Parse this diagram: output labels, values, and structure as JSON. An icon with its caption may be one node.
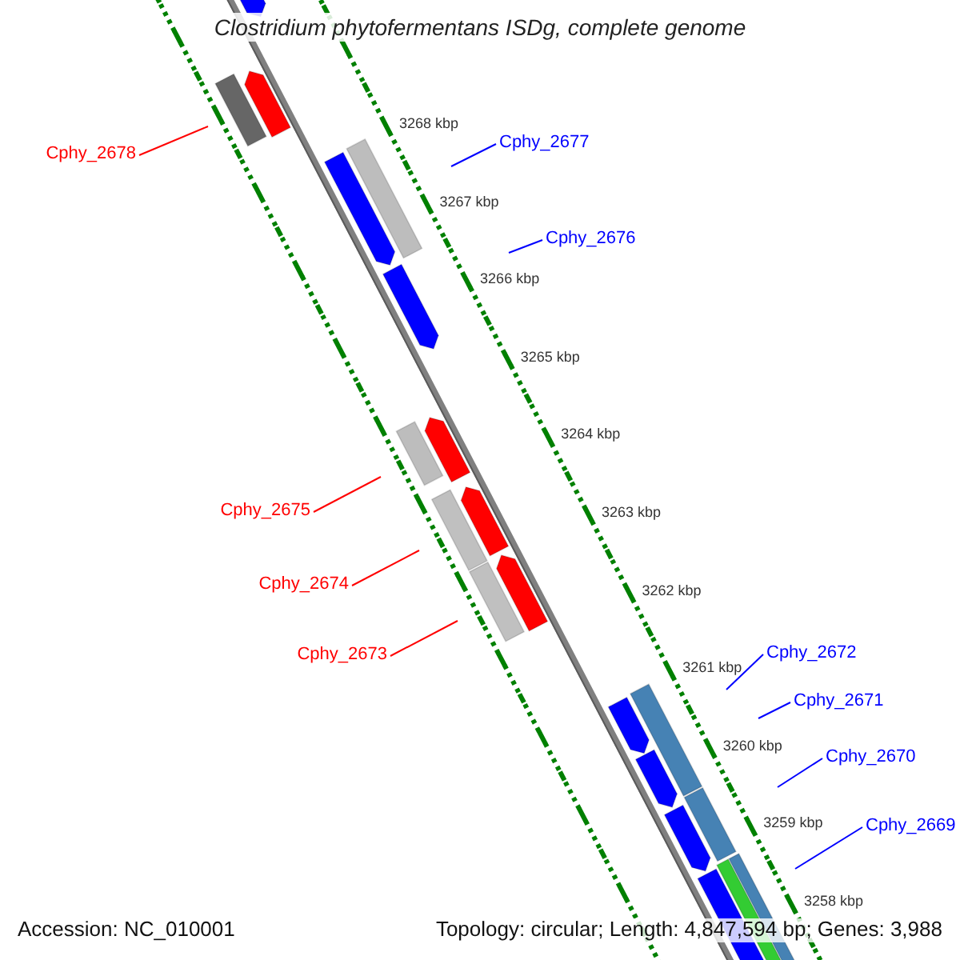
{
  "diagram": {
    "title": "Clostridium phytofermentans ISDg, complete genome",
    "nodes": [
      {
        "text": [
          "Cphy_2678"
        ]
      },
      {
        "text": [
          "Cphy_2677"
        ]
      },
      {
        "text": [
          "Cphy_2676"
        ]
      },
      {
        "text": [
          "Cphy_2675"
        ]
      },
      {
        "text": [
          "Cphy_2674"
        ]
      },
      {
        "text": [
          "Cphy_2673"
        ]
      },
      {
        "text": [
          "Cphy_2672"
        ]
      },
      {
        "text": [
          "Cphy_2671"
        ]
      },
      {
        "text": [
          "Cphy_2670"
        ]
      },
      {
        "text": [
          "Cphy_2669"
        ]
      }
    ],
    "edges": [
      {
        "from": 0,
        "to": null,
        "arrow": "none",
        "color": "#ff0000"
      },
      {
        "from": 1,
        "to": null,
        "arrow": "none"
      },
      {
        "from": 2,
        "to": null,
        "arrow": "none"
      },
      {
        "from": 3,
        "to": null,
        "arrow": "none",
        "color": "#ff0000"
      },
      {
        "from": 4,
        "to": null,
        "arrow": "none",
        "color": "#ff0000"
      },
      {
        "from": 5,
        "to": null,
        "arrow": "none",
        "color": "#ff0000"
      },
      {
        "from": 6,
        "to": null,
        "arrow": "none"
      },
      {
        "from": 7,
        "to": null,
        "arrow": "none"
      },
      {
        "from": 8,
        "to": null,
        "arrow": "none"
      },
      {
        "from": 9,
        "to": null,
        "arrow": "none"
      }
    ],
    "labels": [
      "3268 kbp",
      "3267 kbp",
      "3266 kbp",
      "3265 kbp",
      "3264 kbp",
      "3263 kbp",
      "3262 kbp",
      "3261 kbp",
      "3260 kbp",
      "3259 kbp",
      "3258 kbp",
      "Accession: NC_010001",
      "Topology: circular; Length: 4,847,594 bp; Genes: 3,988"
    ]
  }
}
